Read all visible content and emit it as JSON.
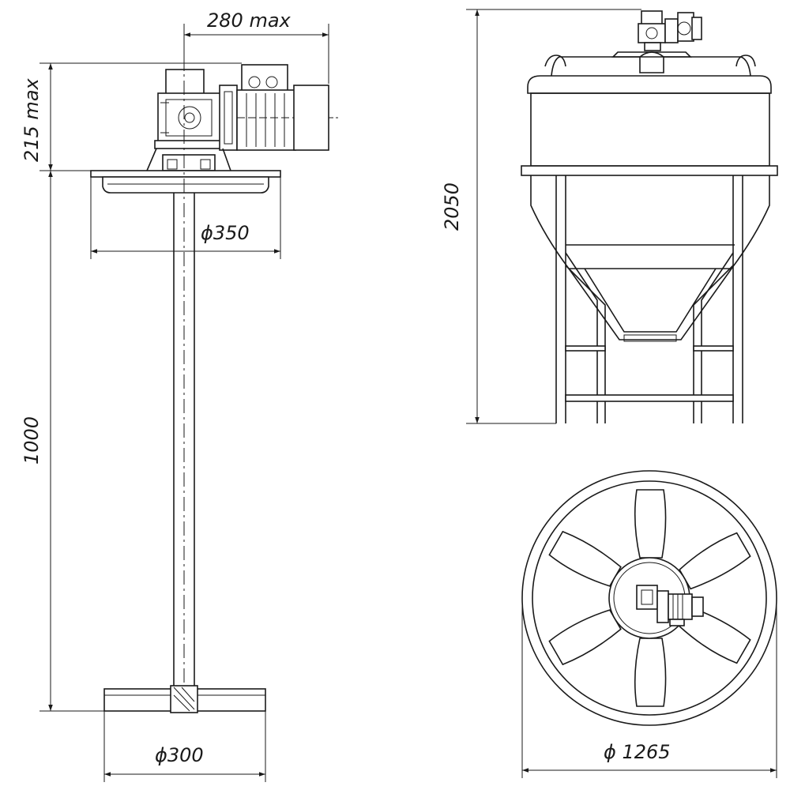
{
  "drawing": {
    "dimensions": {
      "motor_width": "280 max",
      "motor_height": "215 max",
      "flange_diameter": "ϕ350",
      "shaft_length": "1000",
      "impeller_diameter": "ϕ300",
      "tank_height": "2050",
      "tank_diameter": "ϕ 1265"
    }
  }
}
